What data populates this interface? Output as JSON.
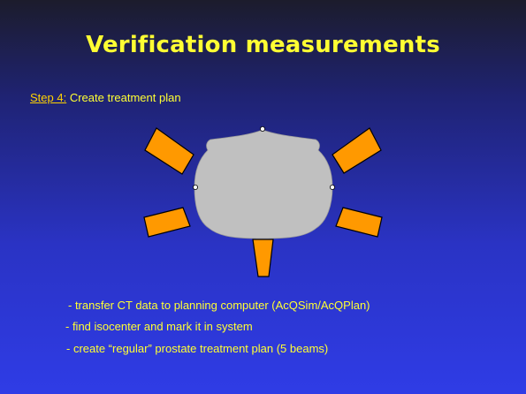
{
  "slide": {
    "title": "Verification measurements",
    "step": {
      "label": "Step 4:",
      "text": "Create treatment plan"
    },
    "bullets": [
      "- transfer CT data to planning computer (AcQSim/AcQPlan)",
      "- find isocenter and mark it in system",
      "- create “regular” prostate treatment plan (5 beams)"
    ]
  },
  "colors": {
    "title": "#ffff33",
    "beam_fill": "#ff9900",
    "phantom_fill": "#c0c0c0",
    "marker_fill": "#ffffff"
  },
  "diagram": {
    "beam_count": 5,
    "marker_count": 3
  }
}
